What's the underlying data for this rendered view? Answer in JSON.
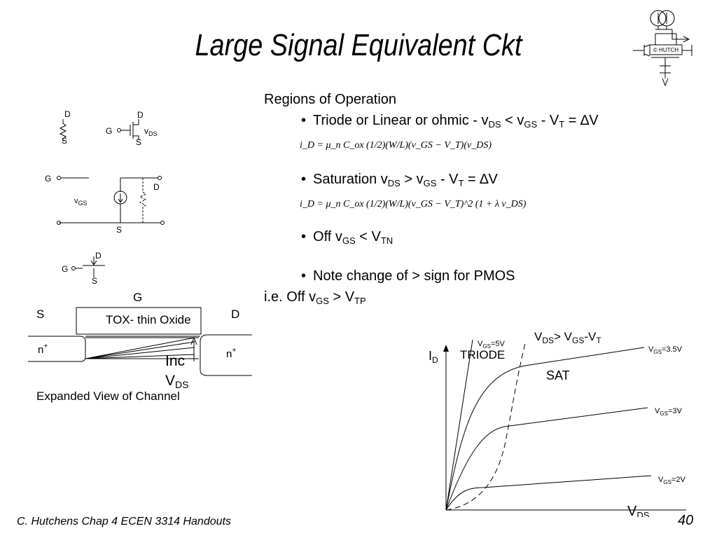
{
  "slide": {
    "title": "Large Signal Equivalent Ckt",
    "footer": "C. Hutchens Chap 4 ECEN 3314 Handouts",
    "page_number": "40"
  },
  "regions": {
    "heading": "Regions of Operation",
    "triode": {
      "text": "Triode or Linear or ohmic - v",
      "s1": "DS",
      "m1": " < v",
      "s2": "GS",
      "m2": " - V",
      "s3": "T",
      "tail": " = ∆V"
    },
    "triode_eq": "i_D = μ_n C_ox (1/2)(W/L)(v_GS − V_T)(v_DS)",
    "saturation": {
      "text": "Saturation v",
      "s1": "DS",
      "m1": " > v",
      "s2": "GS",
      "m2": " - V",
      "s3": "T",
      "tail": " = ∆V"
    },
    "saturation_eq": "i_D = μ_n C_ox (1/2)(W/L)(v_GS − V_T)^2 (1 + λ v_DS)",
    "off": {
      "text": "Off v",
      "s1": "GS",
      "m1": " < V",
      "s2": "TN"
    },
    "pmos_note": "Note change of > sign for PMOS",
    "pmos_off": {
      "text": "i.e. Off v",
      "s1": "GS",
      "m1": " > V",
      "s2": "TP"
    }
  },
  "circuits": {
    "d": "D",
    "s": "S",
    "g": "G",
    "vds_v": "v",
    "vds_sub": "DS",
    "vgs_v": "v",
    "vgs_sub": "GS"
  },
  "channel": {
    "gate": "G",
    "source": "S",
    "drain": "D",
    "oxide": "TOX- thin Oxide",
    "n_left": "n",
    "n_right": "n",
    "plus": "+",
    "inc": "Inc",
    "vds_v": "V",
    "vds_sub": "DS",
    "caption": "Expanded View of Channel"
  },
  "curves": {
    "y_label": "I",
    "y_sub": "D",
    "x_label": "V",
    "x_sub": "DS",
    "boundary_label": {
      "a": "V",
      "as": "DS",
      "b": "> V",
      "bs": "GS",
      "c": "-V",
      "cs": "T"
    },
    "triode": "TRIODE",
    "sat": "SAT",
    "vgs_labels": [
      {
        "v": "V",
        "sub": "GS",
        "val": "=5V"
      },
      {
        "v": "V",
        "sub": "GS",
        "val": "=3.5V"
      },
      {
        "v": "V",
        "sub": "GS",
        "val": "=3V"
      },
      {
        "v": "V",
        "sub": "GS",
        "val": "=2V"
      }
    ]
  },
  "logo": {
    "text": "© HUTCH"
  }
}
